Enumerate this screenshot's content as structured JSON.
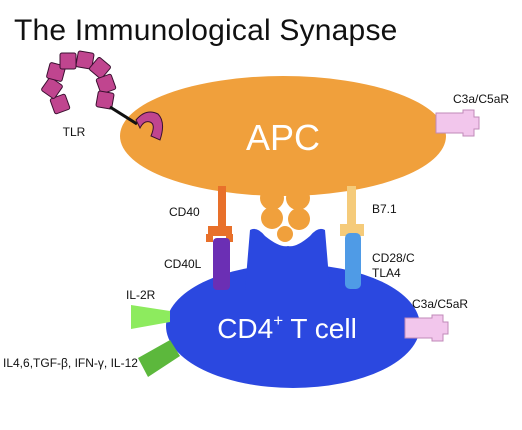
{
  "title": "The Immunological Synapse",
  "cells": {
    "apc": {
      "label": "APC"
    },
    "tcell": {
      "label": "CD4",
      "superscript": "+",
      "suffix": " T cell"
    }
  },
  "labels": {
    "tlr": "TLR",
    "c3a_top": "C3a/C5aR",
    "c3a_bottom": "C3a/C5aR",
    "cd40": "CD40",
    "cd40l": "CD40L",
    "b71": "B7.1",
    "cd28_line1": "CD28/C",
    "cd28_line2": "TLA4",
    "il2r": "IL-2R",
    "cytokines": "IL4,6,TGF-β, IFN-γ, IL-12"
  },
  "colors": {
    "apc": "#F0A03C",
    "tcell": "#2B48E0",
    "tlr": "#C0458F",
    "c3a_receptor": "#F2C6EC",
    "cd40": "#E8702A",
    "cd40l": "#6B2FB4",
    "b71": "#F5CB7A",
    "cd28": "#4F9BE6",
    "il2r": "#8DEB5E",
    "cytokine_receptor": "#5CB83C",
    "mhc": "#F0A03C"
  }
}
